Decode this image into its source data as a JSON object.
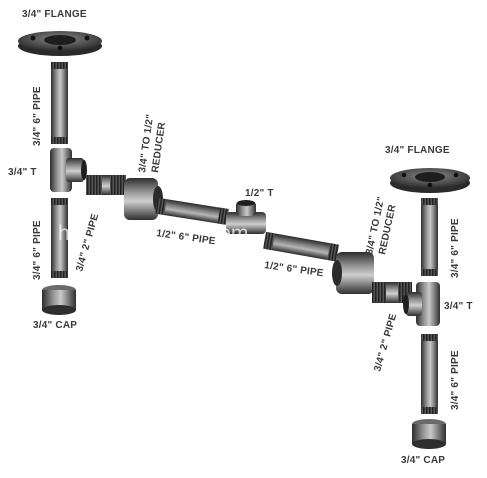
{
  "labels": {
    "flange_top": "3/4\" FLANGE",
    "pipe6_a": "3/4\" 6\" PIPE",
    "tee_left": "3/4\" T",
    "pipe2_left": "3/4\" 2\" PIPE",
    "reducer_left_1": "3/4\" TO 1/2\"",
    "reducer_left_2": "REDUCER",
    "pipe_half_left": "1/2\" 6\" PIPE",
    "tee_half": "1/2\" T",
    "pipe_half_right": "1/2\" 6\" PIPE",
    "pipe6_b": "3/4\" 6\" PIPE",
    "cap_left": "3/4\" CAP",
    "flange_right": "3/4\" FLANGE",
    "reducer_right_1": "3/4\" TO 1/2\"",
    "reducer_right_2": "REDUCER",
    "pipe6_c": "3/4\" 6\" PIPE",
    "tee_right": "3/4\" T",
    "pipe2_right": "3/4\" 2\" PIPE",
    "pipe6_d": "3/4\" 6\" PIPE",
    "cap_right": "3/4\" CAP"
  },
  "watermark": "hebeihanghong.com",
  "colors": {
    "metal_dark": "#3c3c3c",
    "metal_mid": "#6e6e6e",
    "metal_light": "#bdbdbd",
    "label_text": "#3a3a3a"
  }
}
